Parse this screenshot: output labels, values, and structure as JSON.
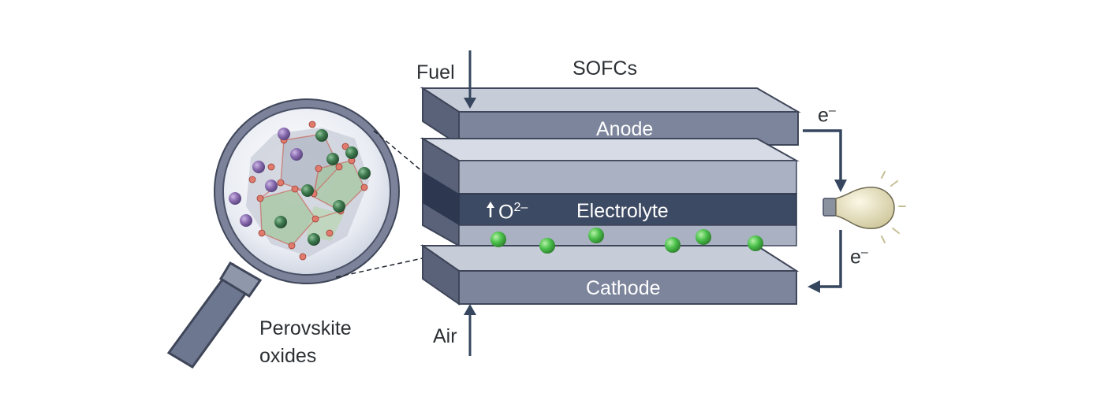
{
  "title": "SOFCs",
  "fuel_label": "Fuel",
  "air_label": "Air",
  "layers": {
    "anode": "Anode",
    "electrolyte": "Electrolyte",
    "cathode": "Cathode"
  },
  "ion": {
    "symbol": "O",
    "charge": "2–"
  },
  "electron": {
    "symbol": "e",
    "charge": "–"
  },
  "magnifier_caption": {
    "line1": "Perovskite",
    "line2": "oxides"
  },
  "colors": {
    "layer_front": "#7c859c",
    "layer_top": "#c7ccd9",
    "layer_side": "#596279",
    "electrolyte_band": "#3d4a63",
    "ion_sphere": "#4cc24c",
    "wire": "#35465e",
    "bulb": "#e6e0c0"
  },
  "icons": [
    "magnifying-glass-icon",
    "perovskite-crystal-icon",
    "light-bulb-icon",
    "arrow-icon"
  ]
}
